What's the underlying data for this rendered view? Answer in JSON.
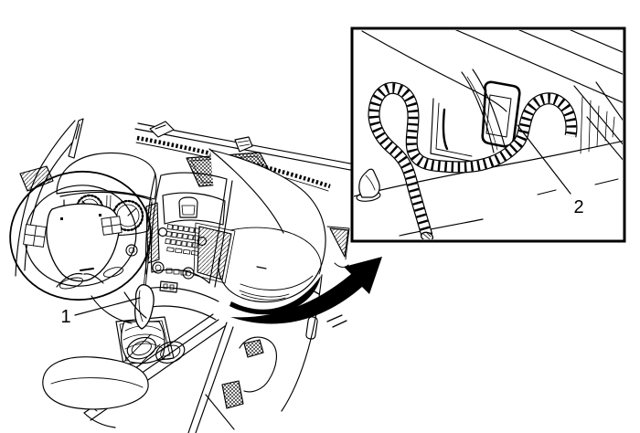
{
  "page": {
    "background": "#ffffff",
    "line_color": "#000000"
  },
  "illustration": {
    "kind": "service-manual-line-drawing",
    "main_view": "instrument-panel-and-floor-console",
    "inset_view": "harness-conduit-and-connector-detail",
    "zoom_arrow_color": "#000000",
    "callouts": [
      {
        "label": "1"
      },
      {
        "label": "2"
      }
    ]
  }
}
